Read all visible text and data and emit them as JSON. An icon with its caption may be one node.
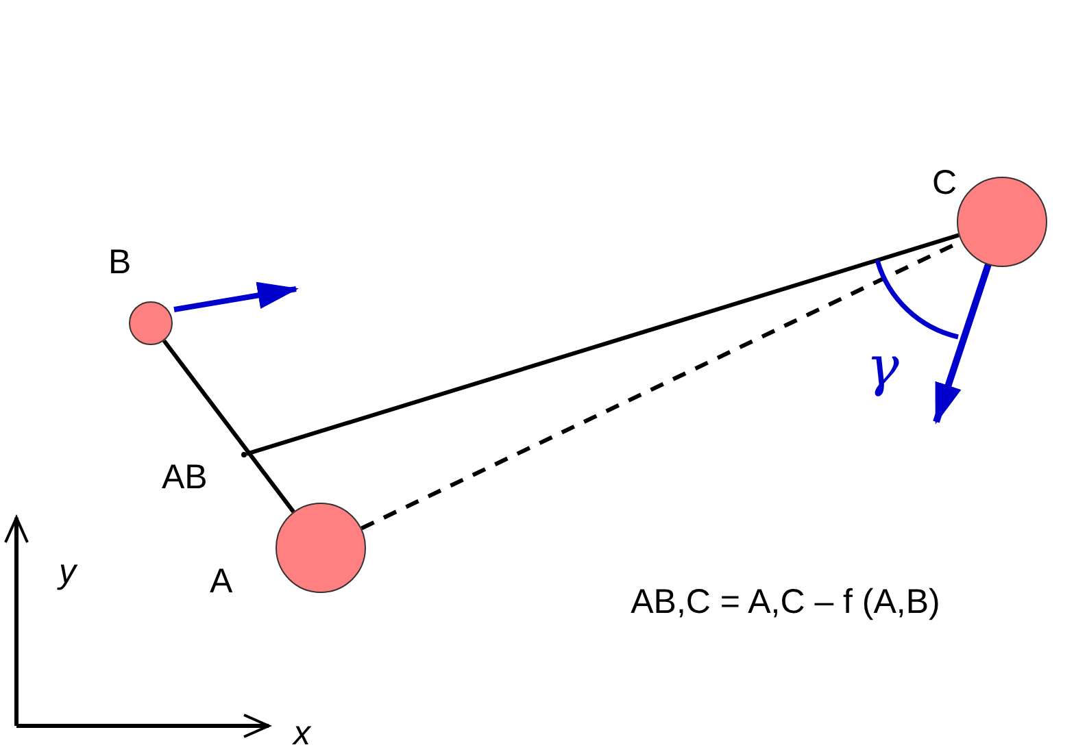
{
  "diagram": {
    "nodes": [
      {
        "text": [],
        "shape": "circle",
        "beside": [
          "A"
        ]
      },
      {
        "text": [],
        "shape": "circle",
        "beside": [
          "B"
        ]
      },
      {
        "text": [],
        "shape": "circle",
        "beside": [
          "C"
        ]
      },
      {
        "text": [],
        "shape": "dot",
        "beside": [
          "AB"
        ]
      }
    ],
    "edges": [
      {
        "from": 0,
        "to": 1,
        "arrow": "none"
      },
      {
        "from": 3,
        "to": 2,
        "arrow": "none"
      },
      {
        "from": 0,
        "to": 2,
        "arrow": "none",
        "style": "dashed"
      }
    ],
    "labels": [
      "γ",
      "AB,C = A,C – f (A,B)",
      "y",
      "x"
    ]
  }
}
